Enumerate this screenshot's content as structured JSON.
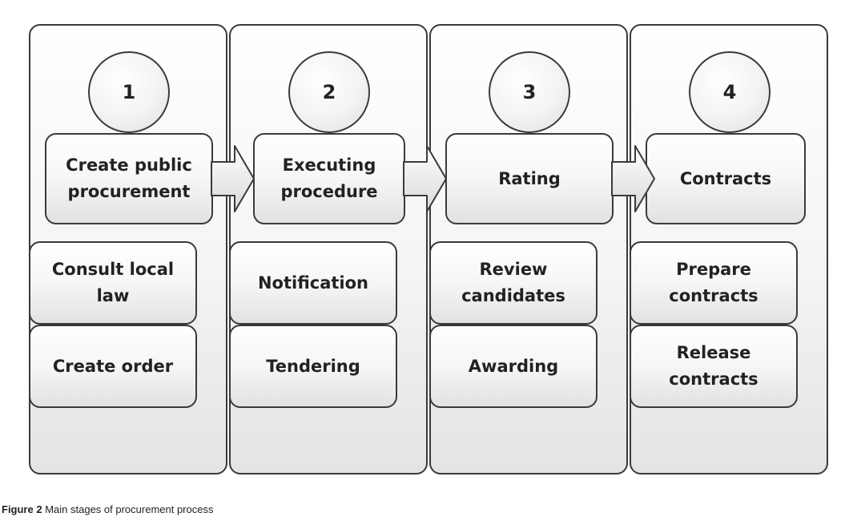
{
  "stages": [
    {
      "number": "1",
      "main": "Create public procurement",
      "steps": [
        "Consult local law",
        "Create order"
      ]
    },
    {
      "number": "2",
      "main": "Executing procedure",
      "steps": [
        "Notification",
        "Tendering"
      ]
    },
    {
      "number": "3",
      "main": "Rating",
      "steps": [
        "Review candidates",
        "Awarding"
      ]
    },
    {
      "number": "4",
      "main": "Contracts",
      "steps": [
        "Prepare contracts",
        "Release contracts"
      ]
    }
  ],
  "caption": {
    "label": "Figure 2",
    "text": "Main stages of procurement process"
  }
}
